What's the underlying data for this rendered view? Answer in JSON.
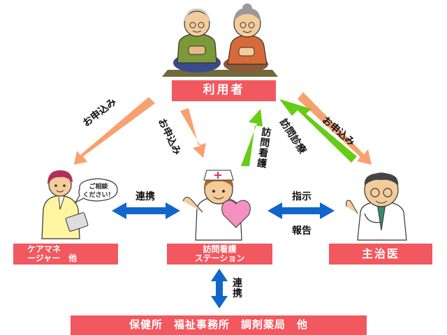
{
  "diagram": {
    "nodes": {
      "user": {
        "label": "利用者"
      },
      "care_manager": {
        "line1": "ケアマネ",
        "line2": "ージャー　他"
      },
      "station": {
        "line1": "訪問看護",
        "line2": "ステーション"
      },
      "doctor": {
        "label": "主治医"
      },
      "bottom": {
        "label": "保健所　福祉事務所　調剤薬局　他"
      }
    },
    "edges": {
      "apply_left": "お申込み",
      "apply_center": "お申込み",
      "apply_right": "お申込み",
      "visit_nursing": "訪問看護",
      "visit_medical": "訪問診療",
      "cooperation_left": "連携",
      "instruction": "指示",
      "report": "報告",
      "cooperation_bottom": "連携"
    },
    "speech_bubble": {
      "line1": "ご相談",
      "line2": "ください！"
    },
    "colors": {
      "label_box": "#f2585f",
      "orange_arrow": "#f8a070",
      "green_arrow": "#66cc14",
      "blue_arrow": "#1166cc"
    }
  }
}
